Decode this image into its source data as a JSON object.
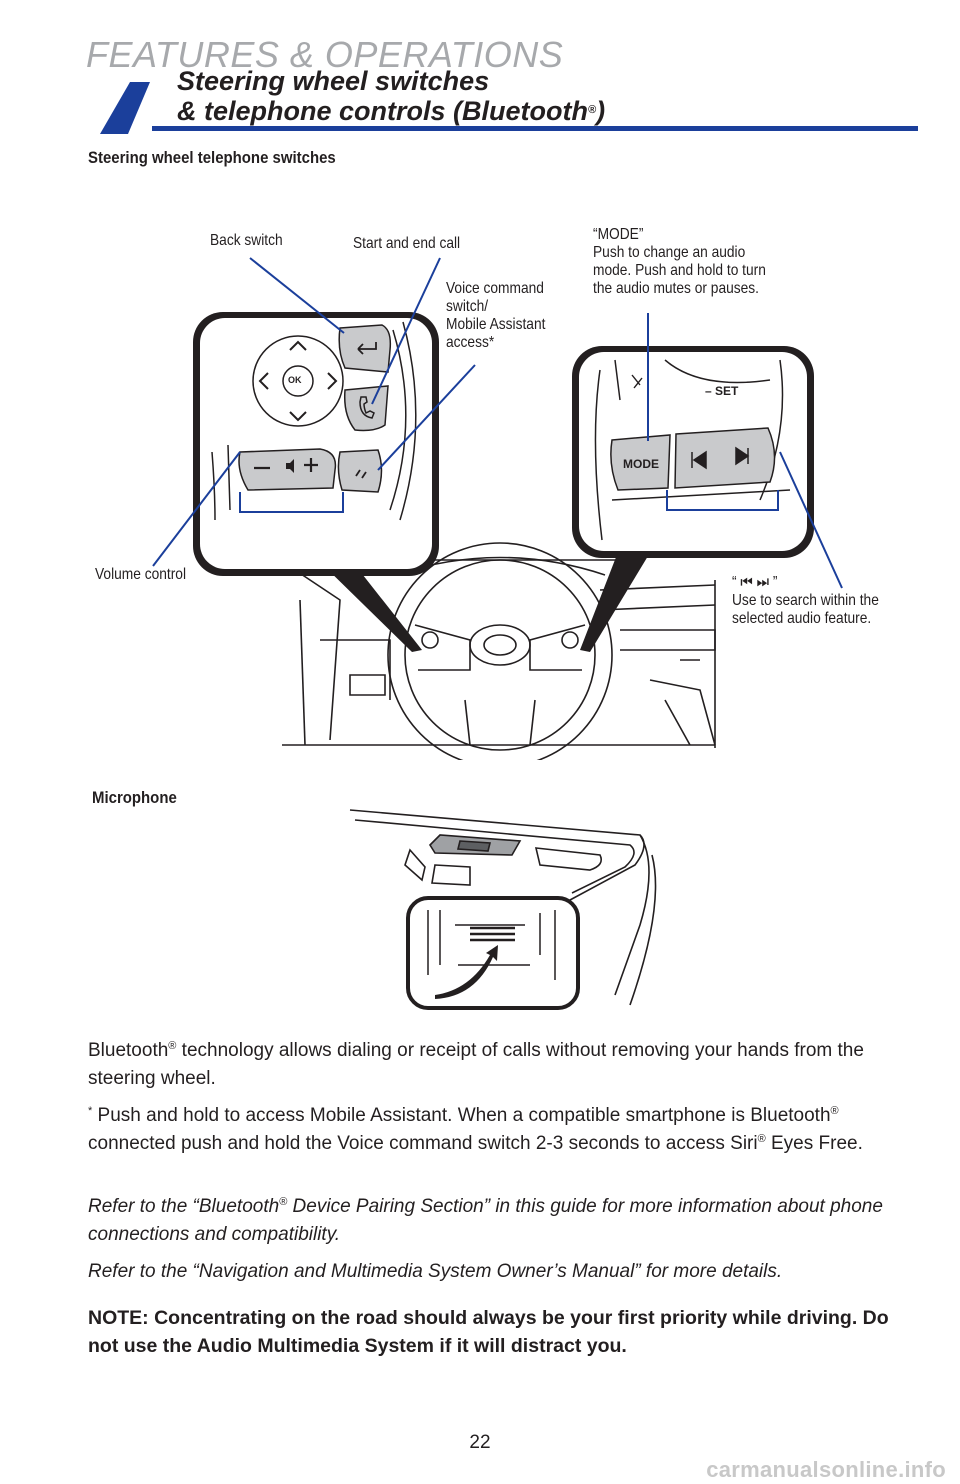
{
  "header": {
    "section": "FEATURES & OPERATIONS",
    "title_line1": "Steering wheel switches",
    "title_line2_prefix": "& telephone controls (Bluetooth",
    "title_line2_reg": "®",
    "title_line2_suffix": ")"
  },
  "steering": {
    "heading": "Steering wheel telephone switches",
    "back_switch": "Back switch",
    "start_end_call": "Start and end call",
    "voice_command": [
      "Voice command",
      "switch/",
      "Mobile Assistant",
      "access*"
    ],
    "mode": [
      "“MODE”",
      "Push to change an audio",
      "mode. Push and hold to turn",
      "the audio mutes or pauses."
    ],
    "volume_control": "Volume control",
    "seek_quote_open": "“",
    "seek_quote_close": "”",
    "seek": [
      "Use to search within the",
      "selected audio feature."
    ],
    "button_ok": "OK",
    "button_mode": "MODE",
    "button_set": "– SET"
  },
  "microphone": {
    "heading": "Microphone"
  },
  "body": {
    "p1_a": "Bluetooth",
    "reg": "®",
    "p1_b": " technology allows dialing or receipt of calls without removing your hands from the steering wheel.",
    "p2_star": "*",
    "p2_a": " Push and hold to access Mobile Assistant. When a compatible smartphone is Bluetooth",
    "p2_b": " connected push and hold the Voice command switch 2-3 seconds to access Siri",
    "p2_c": " Eyes Free.",
    "p3_a": "Refer to the “Bluetooth",
    "p3_b": " Device Pairing Section” in this guide for more information about phone connections and compatibility.",
    "p4": "Refer to the “Navigation and Multimedia System Owner’s Manual” for more details.",
    "note": "NOTE: Concentrating on the road should always be your first priority while driving. Do not use the Audio Multimedia System if it will distract you."
  },
  "footer": {
    "page_number": "22",
    "watermark": "carmanualsonline.info"
  },
  "colors": {
    "accent_blue": "#1b3f9b",
    "header_gray": "#a7a9ac",
    "button_gray": "#c9cacc"
  }
}
